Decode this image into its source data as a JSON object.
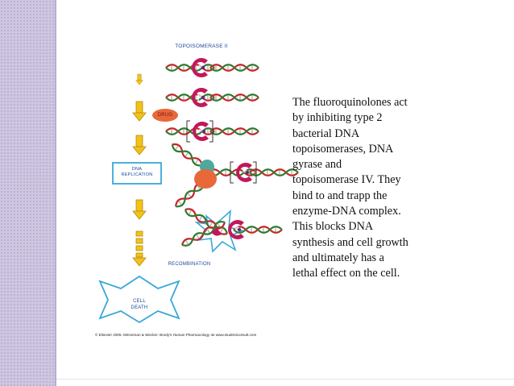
{
  "diagram": {
    "title_label": "TOPOISOMERASE II",
    "drug_label": "DRUG",
    "dna_replication_label": "DNA\nREPLICATION",
    "recombination_label": "RECOMBINATION",
    "cell_death_label": "CELL\nDEATH",
    "credit": "© Elsevier 2005. Minneman & Wecker: Brody's Human Pharmacology 4e www.studentconsult.com"
  },
  "caption": "The fluoroquinolones act\nby inhibiting type 2\nbacterial DNA\ntopoisomerases, DNA\ngyrase and\ntopoisomerase IV. They\nbind to and trapp the\nenzyme-DNA complex.\nThis blocks DNA\nsynthesis and cell growth\nand ultimately has a\nlethal effect on the cell.",
  "colors": {
    "sidebar": "#cfc6e0",
    "dna_red": "#c62828",
    "dna_green": "#2e7d32",
    "enzyme": "#c2185b",
    "drug": "#e8683a",
    "arrow_fill": "#f2c21b",
    "label_blue": "#1b4a9a",
    "starburst": "#3aa7d8"
  }
}
